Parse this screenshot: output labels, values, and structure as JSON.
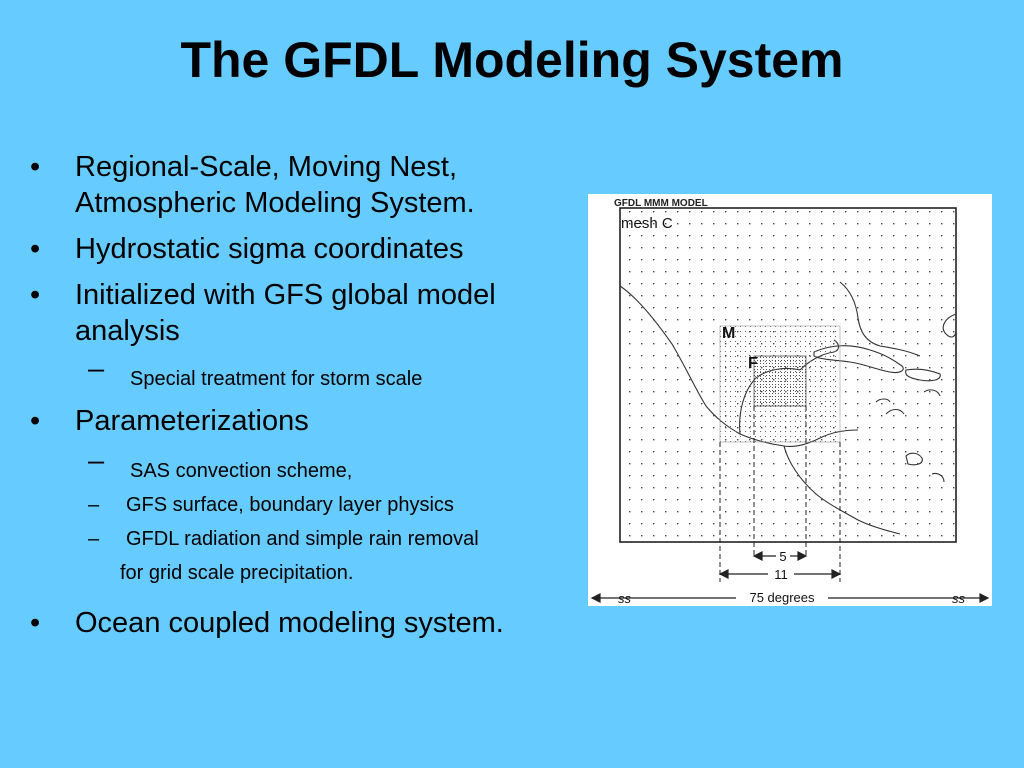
{
  "slide": {
    "title": "The GFDL Modeling System",
    "bullets": [
      {
        "lines": [
          "Regional-Scale, Moving Nest,",
          "Atmospheric  Modeling System."
        ]
      },
      {
        "lines": [
          "Hydrostatic sigma coordinates"
        ]
      },
      {
        "lines": [
          "Initialized with GFS global model",
          "analysis"
        ]
      },
      {
        "sub": "Special treatment for storm scale"
      },
      {
        "lines": [
          "Parameterizations"
        ]
      },
      {
        "sub": "SAS convection scheme,"
      },
      {
        "sub": "GFS surface, boundary layer physics"
      },
      {
        "sub": "GFDL radiation and simple rain removal",
        "cont": "for grid scale precipitation."
      },
      {
        "lines": [
          "Ocean coupled modeling system."
        ]
      }
    ],
    "bullet_glyph": "•",
    "dash_glyph": "–"
  },
  "figure": {
    "header": "GFDL MMM MODEL",
    "mesh_label": "mesh C",
    "label_m": "M",
    "label_f": "F",
    "dim_5": "5",
    "dim_11": "11",
    "dim_75": "75 degrees",
    "break_symbol": "ss"
  }
}
